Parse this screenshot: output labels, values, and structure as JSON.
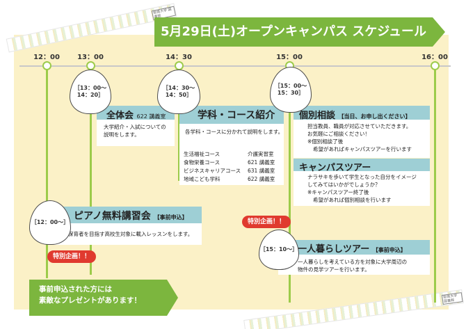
{
  "title": "5月29日(土)オープンキャンパス スケジュール",
  "tape_label": "阪南大学 図書館",
  "times": [
    "12：00",
    "13：00",
    "14：30",
    "15：00",
    "16：00"
  ],
  "eggs": {
    "e1": "［13：00～\n14：20］",
    "e2": "［14：30～\n14：50］",
    "e3": "［15：00～\n15：30］",
    "e4": "［12：00～］",
    "e5": "［15：10～］"
  },
  "zentaikai": {
    "title": "全体会",
    "room": "622 講義室",
    "body": [
      "大学紹介・入試についての",
      "説明をします。"
    ]
  },
  "gakka": {
    "title": "学科・コース紹介",
    "intro": "各学科・コースに分かれて説明をします。",
    "courses": [
      {
        "name": "生活福祉コース",
        "room": "介護実習室"
      },
      {
        "name": "食物栄養コース",
        "room": "621 講義室"
      },
      {
        "name": "ビジネスキャリアコース",
        "room": "631 講義室"
      },
      {
        "name": "地域こども学科",
        "room": "622 講義室"
      }
    ]
  },
  "kobetsu": {
    "title": "個別相談",
    "sub": "【当日、お申し出ください】",
    "body": [
      "担当教員、職員が対応させていただきます。",
      "お気軽にご相談ください！",
      "※個別相談了後",
      "希望があればキャンパスツアーを行います"
    ]
  },
  "campus_tour": {
    "title": "キャンパスツアー",
    "body": [
      "ナラサキを歩いて学生となった自分をイメージ",
      "してみてはいかがでしょうか？",
      "※キャンパスツアー終了後",
      "希望があれば個別相談を行います"
    ]
  },
  "piano": {
    "title": "ピアノ無料講習会",
    "tag": "【事前申込】",
    "body": "保育者を目指す高校生対象に載入レッスンをします。"
  },
  "hitorigurashi": {
    "title": "一人暮らしツアー",
    "tag": "【事前申込】",
    "body": [
      "一人暮らしを考えている方を対象に大学周辺の",
      "物件の見学ツアーを行います。"
    ]
  },
  "badges": {
    "piano": "特別企画！！",
    "tour": "特別企画！！"
  },
  "note": [
    "事前申込された方には",
    "素敵なプレゼントがあります！"
  ],
  "colors": {
    "green": "#7cb63e",
    "card": "#9ecfd5",
    "badge": "#e03a2f",
    "background": "#fbf1c7"
  }
}
